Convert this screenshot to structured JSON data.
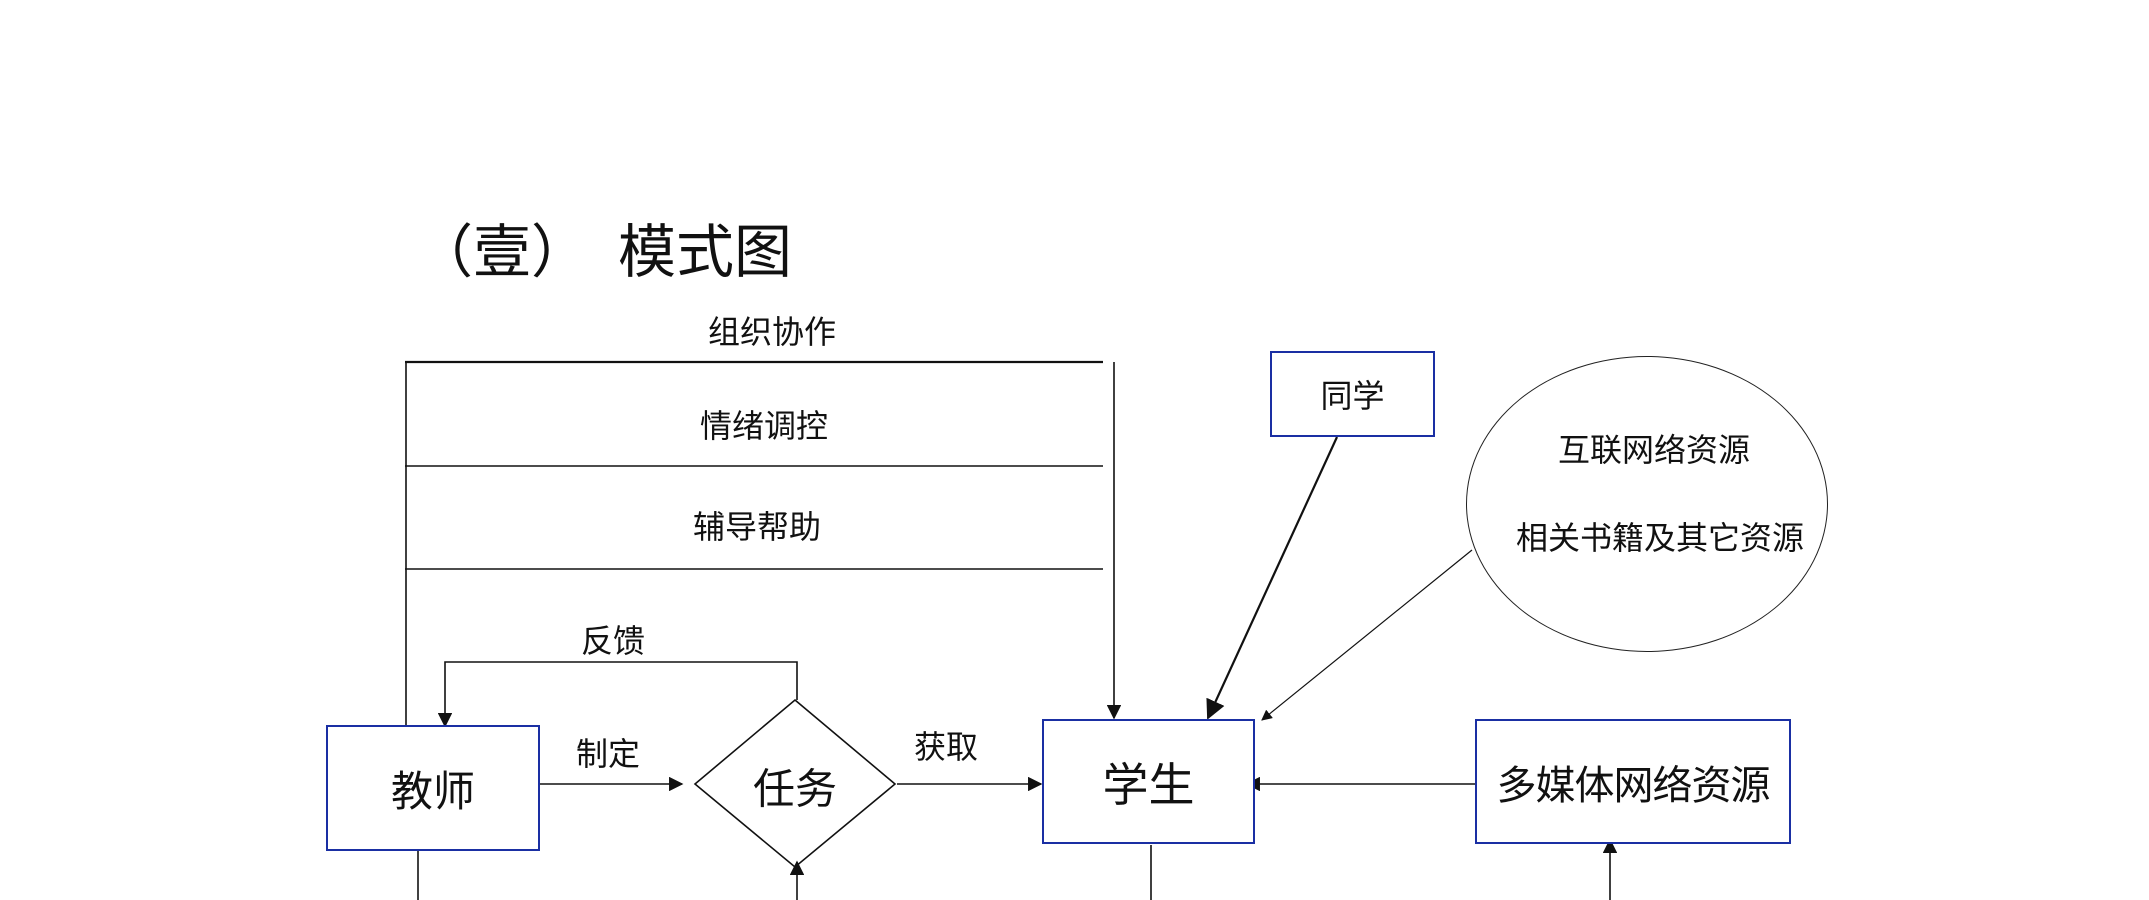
{
  "title": "（壹）　模式图",
  "labels": {
    "organize": "组织协作",
    "emotion": "情绪调控",
    "guidance": "辅导帮助",
    "feedback": "反馈",
    "make": "制定",
    "acquire": "获取"
  },
  "nodes": {
    "teacher": "教师",
    "task": "任务",
    "student": "学生",
    "classmate": "同学",
    "multimedia": "多媒体网络资源",
    "internet": "互联网络资源",
    "books": "相关书籍及其它资源"
  },
  "colors": {
    "box_border": "#1a2fa3",
    "line": "#111111"
  }
}
